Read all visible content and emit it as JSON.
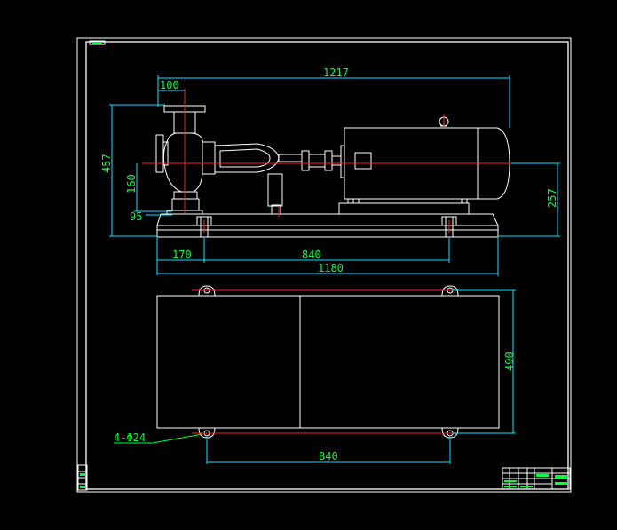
{
  "drawing": {
    "background": "#000000",
    "colors": {
      "outline": "#ffffff",
      "dimension": "#00e5ff",
      "text": "#00ff40",
      "centerline": "#ff2020",
      "leader": "#00ff40"
    },
    "dimensions": {
      "top_overall": "1217",
      "flange_offset": "100",
      "left_height": "457",
      "shaft_height": "160",
      "foot_width": "95",
      "right_height": "257",
      "left_bolt_offset": "170",
      "bolt_span_elevation": "840",
      "base_length": "1180",
      "plan_width": "490",
      "plan_bolt_span": "840",
      "anchor_holes": "4-Φ24"
    }
  }
}
